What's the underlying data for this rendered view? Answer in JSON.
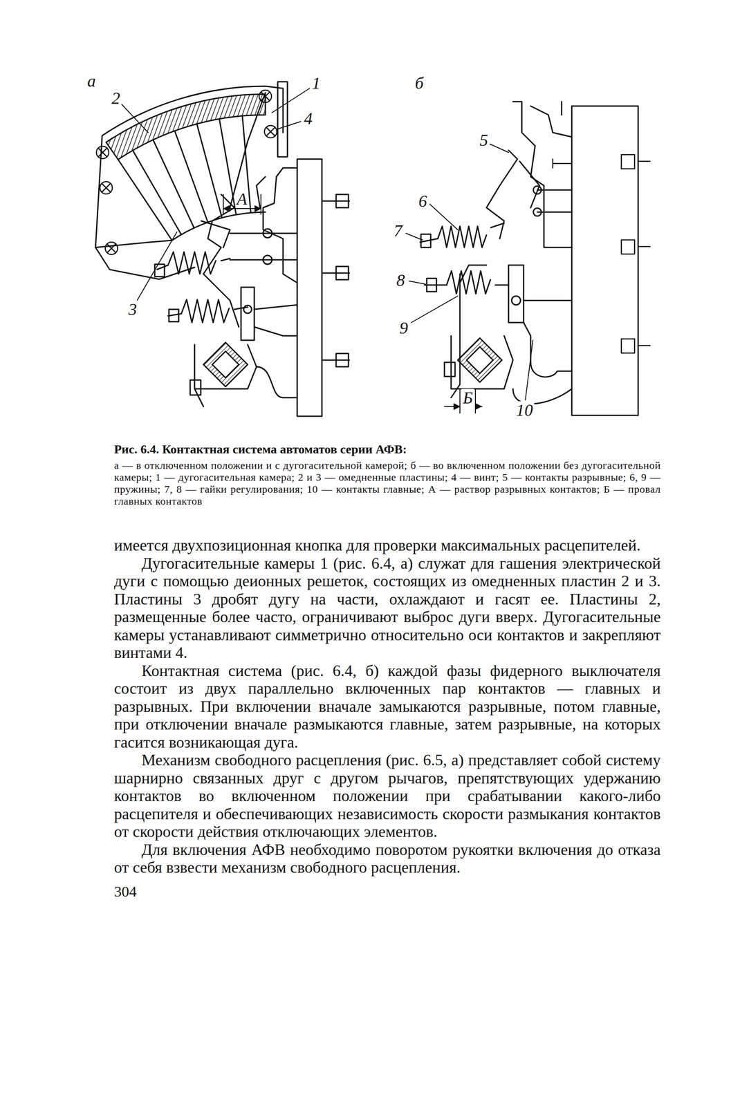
{
  "diagram": {
    "caption": "Рис. 6.4. Контактная система автоматов серии АФВ:",
    "labels": [
      "а",
      "2",
      "1",
      "4",
      "А",
      "3",
      "б",
      "5",
      "6",
      "7",
      "8",
      "9",
      "Б",
      "10",
      "а — в отключенном положении и с дугогасительной камерой; б — во включенном положении без дугогасительной камеры; 1 — дугогасительная камера; 2 и 3 — омедненные пластины; 4 — винт; 5 — контакты разрывные; 6, 9 — пружины; 7, 8 — гайки регулирования; 10 — контакты главные; А — раствор разрывных контактов; Б — провал главных контактов",
      "имеется двухпозиционная кнопка для проверки максимальных расцепителей.",
      "Дугогасительные камеры 1 (рис. 6.4, а) служат для гашения электрической дуги с помощью деионных решеток, состоящих из омедненных пластин 2 и 3. Пластины 3 дробят дугу на части, охлаждают и гасят ее. Пластины 2, размещенные более часто, ограничивают выброс дуги вверх. Дугогасительные камеры устанавливают симметрично относительно оси контактов и закрепляют винтами 4.",
      "Контактная система (рис. 6.4, б) каждой фазы фидерного выключателя состоит из двух параллельно включенных пар контактов — главных и разрывных. При включении вначале замыкаются разрывные, потом главные, при отключении вначале размыкаются главные, затем разрывные, на которых гасится возникающая дуга.",
      "Механизм свободного расцепления (рис. 6.5, а) представляет собой систему шарнирно связанных друг с другом рычагов, препятствующих удержанию контактов во включенном положении при срабатывании какого-либо расцепителя и обеспечивающих независимость скорости размыкания контактов от скорости действия отключающих элементов.",
      "Для включения АФВ необходимо поворотом рукоятки включения до отказа от себя взвести механизм свободного расцепления.",
      "304"
    ]
  }
}
